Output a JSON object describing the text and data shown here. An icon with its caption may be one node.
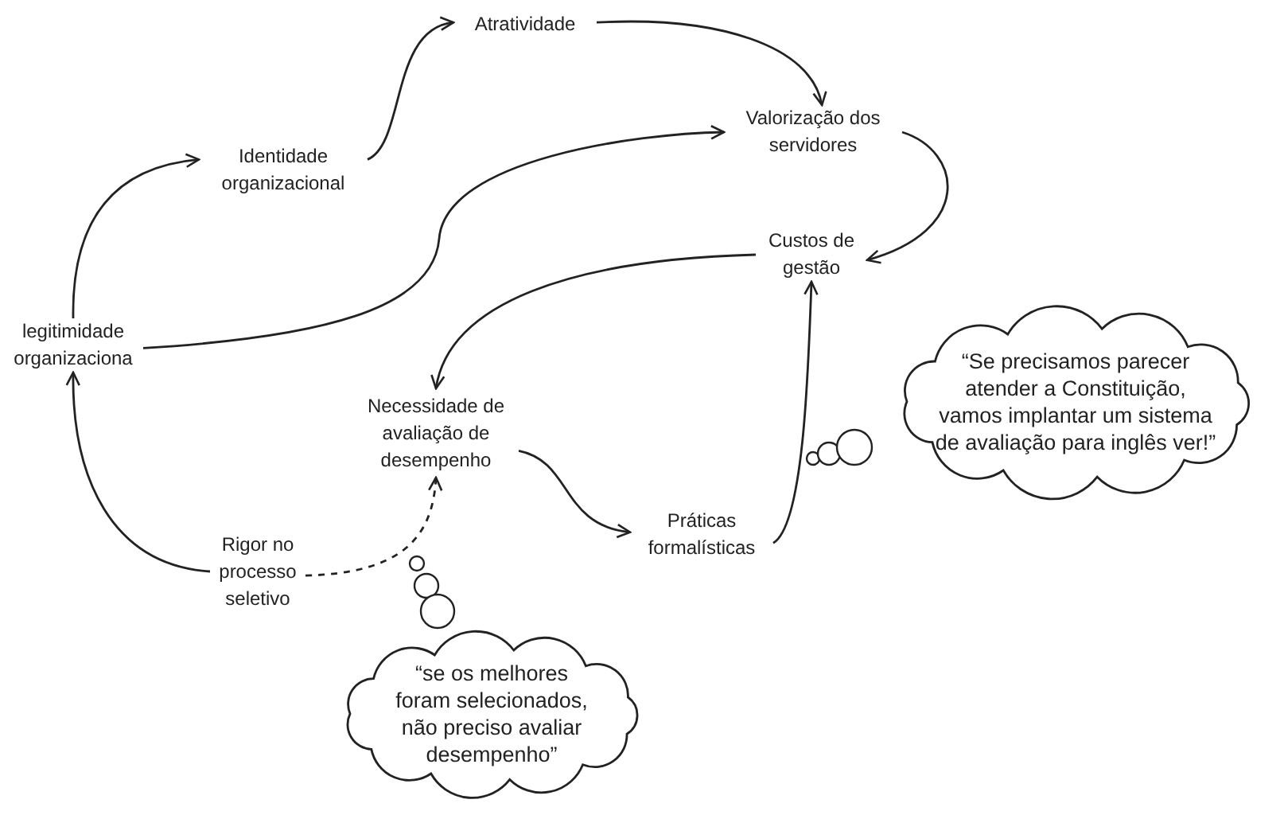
{
  "diagram": {
    "nodes": [
      {
        "text": [
          "Atratividade"
        ]
      },
      {
        "text": [
          "Identidade organizacional"
        ]
      },
      {
        "text": [
          "Valorização dos servidores"
        ]
      },
      {
        "text": [
          "legitimidade organizaciona"
        ]
      },
      {
        "text": [
          "Custos de gestão"
        ]
      },
      {
        "text": [
          "Necessidade de avaliação de desempenho"
        ]
      },
      {
        "text": [
          "Rigor no processo seletivo"
        ]
      },
      {
        "text": [
          "Práticas formalísticas"
        ]
      },
      {
        "text": [
          "“Se precisamos parecer atender a Constituição, vamos implantar um sistema de avaliação para inglês ver!”"
        ]
      },
      {
        "text": [
          "“se os melhores foram selecionados, não preciso avaliar desempenho”"
        ]
      }
    ],
    "edges": [
      {
        "from": 3,
        "to": 1,
        "arrow": "to"
      },
      {
        "from": 1,
        "to": 0,
        "arrow": "to"
      },
      {
        "from": 0,
        "to": 2,
        "arrow": "to"
      },
      {
        "from": 3,
        "to": 2,
        "arrow": "to"
      },
      {
        "from": 2,
        "to": 4,
        "arrow": "to"
      },
      {
        "from": 4,
        "to": 5,
        "arrow": "to"
      },
      {
        "from": 5,
        "to": 7,
        "arrow": "to"
      },
      {
        "from": 7,
        "to": 4,
        "arrow": "to"
      },
      {
        "from": 6,
        "to": 3,
        "arrow": "to"
      },
      {
        "from": 6,
        "to": 5,
        "arrow": "to",
        "style": "dashed"
      }
    ]
  }
}
